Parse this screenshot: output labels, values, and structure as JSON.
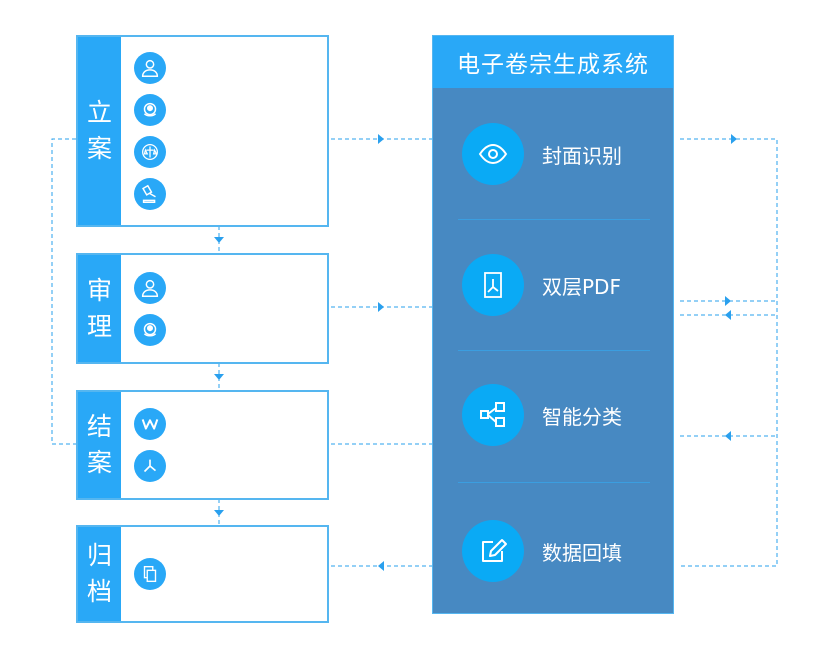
{
  "stages": [
    {
      "label": [
        "立",
        "案"
      ],
      "icons": [
        "person-icon",
        "national-emblem-icon",
        "court-emblem-icon",
        "gavel-icon"
      ]
    },
    {
      "label": [
        "审",
        "理"
      ],
      "icons": [
        "person-icon",
        "national-emblem-icon"
      ]
    },
    {
      "label": [
        "结",
        "案"
      ],
      "icons": [
        "word-document-icon",
        "pdf-icon"
      ]
    },
    {
      "label": [
        "归",
        "档"
      ],
      "icons": [
        "copy-documents-icon"
      ]
    }
  ],
  "system": {
    "title": "电子卷宗生成系统",
    "items": [
      {
        "label": "封面识别",
        "icon": "eye-icon"
      },
      {
        "label": "双层PDF",
        "icon": "pdf-file-icon"
      },
      {
        "label": "智能分类",
        "icon": "hierarchy-icon"
      },
      {
        "label": "数据回填",
        "icon": "edit-icon"
      }
    ]
  },
  "colors": {
    "accent": "#29a8f7",
    "panel": "#4789c2",
    "circle": "#0aaaf5",
    "line": "#2aa0ee"
  }
}
